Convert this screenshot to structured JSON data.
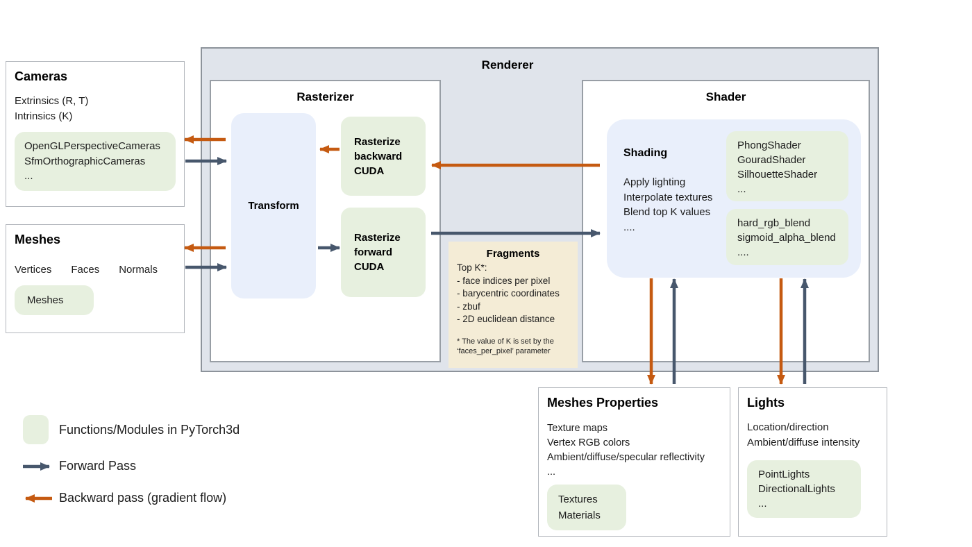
{
  "colors": {
    "forward": "#47576C",
    "backward": "#C55A11",
    "module": "#E7F0DF",
    "panel": "#E9EFFB",
    "renderer": "#E0E4EB",
    "fragments": "#F4ECD6"
  },
  "renderer": {
    "title": "Renderer"
  },
  "rasterizer": {
    "title": "Rasterizer",
    "transform": "Transform",
    "backward_cuda": [
      "Rasterize",
      "backward",
      "CUDA"
    ],
    "forward_cuda": [
      "Rasterize",
      "forward",
      "CUDA"
    ]
  },
  "shader": {
    "title": "Shader",
    "shading_title": "Shading",
    "shading_lines": [
      "Apply lighting",
      "Interpolate textures",
      "Blend top K values",
      "...."
    ],
    "shader_modules": [
      "PhongShader",
      "GouradShader",
      "SilhouetteShader",
      "..."
    ],
    "blend_modules": [
      "hard_rgb_blend",
      "sigmoid_alpha_blend",
      "...."
    ]
  },
  "fragments": {
    "title": "Fragments",
    "lines": [
      "Top K*:",
      "- face indices per pixel",
      "- barycentric coordinates",
      "- zbuf",
      "- 2D euclidean distance"
    ],
    "footnote": [
      "* The value of K is set by the",
      "‘faces_per_pixel’ parameter"
    ]
  },
  "cameras": {
    "title": "Cameras",
    "lines": [
      "Extrinsics (R, T)",
      "Intrinsics (K)"
    ],
    "modules": [
      "OpenGLPerspectiveCameras",
      "SfmOrthographicCameras",
      "..."
    ]
  },
  "meshes": {
    "title": "Meshes",
    "fields": [
      "Vertices",
      "Faces",
      "Normals"
    ],
    "modules": [
      "Meshes"
    ]
  },
  "mesh_properties": {
    "title": "Meshes Properties",
    "lines": [
      "Texture maps",
      "Vertex RGB colors",
      "Ambient/diffuse/specular reflectivity",
      "..."
    ],
    "modules": [
      "Textures",
      "Materials"
    ]
  },
  "lights": {
    "title": "Lights",
    "lines": [
      "Location/direction",
      "Ambient/diffuse intensity"
    ],
    "modules": [
      "PointLights",
      "DirectionalLights",
      "..."
    ]
  },
  "legend": {
    "module_label": "Functions/Modules in PyTorch3d",
    "forward_label": "Forward Pass",
    "backward_label": "Backward pass (gradient flow)"
  }
}
